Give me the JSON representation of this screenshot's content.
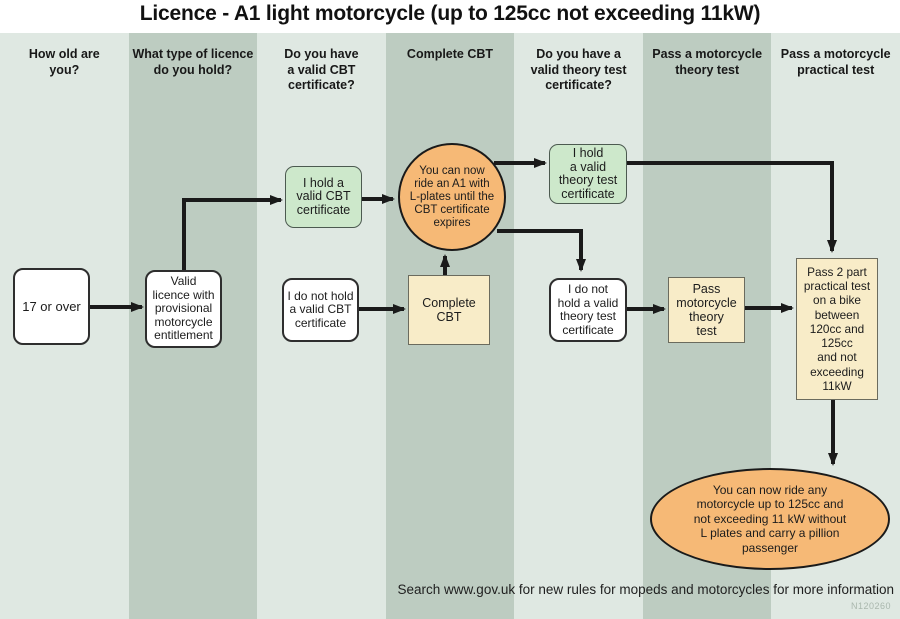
{
  "title": "Licence - A1 light motorcycle (up to 125cc not exceeding 11kW)",
  "columns": [
    {
      "label": "How old are\nyou?"
    },
    {
      "label": "What type of licence\ndo you hold?"
    },
    {
      "label": "Do you have\na valid CBT\ncertificate?"
    },
    {
      "label": "Complete CBT"
    },
    {
      "label": "Do you have a\nvalid theory test\ncertificate?"
    },
    {
      "label": "Pass a motorcycle\ntheory test"
    },
    {
      "label": "Pass a motorcycle\npractical test"
    }
  ],
  "nodes": {
    "age": "17 or over",
    "provisional": "Valid\nlicence with\nprovisional\nmotorcycle\nentitlement",
    "hold_cbt": "I hold a\nvalid CBT\ncertificate",
    "no_cbt": "I do not hold\na valid CBT\ncertificate",
    "ride_a1": "You can now\nride an A1 with\nL-plates until the\nCBT certificate\nexpires",
    "complete_cbt": "Complete\nCBT",
    "hold_theory": "I hold\na valid\ntheory test\ncertificate",
    "no_theory": "I do not\nhold a valid\ntheory test\ncertificate",
    "pass_theory": "Pass\nmotorcycle\ntheory\ntest",
    "pass_practical": "Pass 2 part\npractical test\non a bike\nbetween\n120cc and\n125cc\nand not\nexceeding\n11kW",
    "ride_any": "You can now ride any\nmotorcycle up to 125cc and\nnot exceeding 11 kW without\nL plates and carry a pillion\npassenger"
  },
  "footer": {
    "note": "Search www.gov.uk for new rules for mopeds and motorcycles for more information",
    "ref": "N120260"
  },
  "colors": {
    "band_light": "#dfe8e2",
    "band_dark": "#bdccc1",
    "box_green": "#cde8cb",
    "box_cream": "#f8ecc8",
    "shape_orange": "#f6b976",
    "arrow": "#1a1a1a"
  }
}
